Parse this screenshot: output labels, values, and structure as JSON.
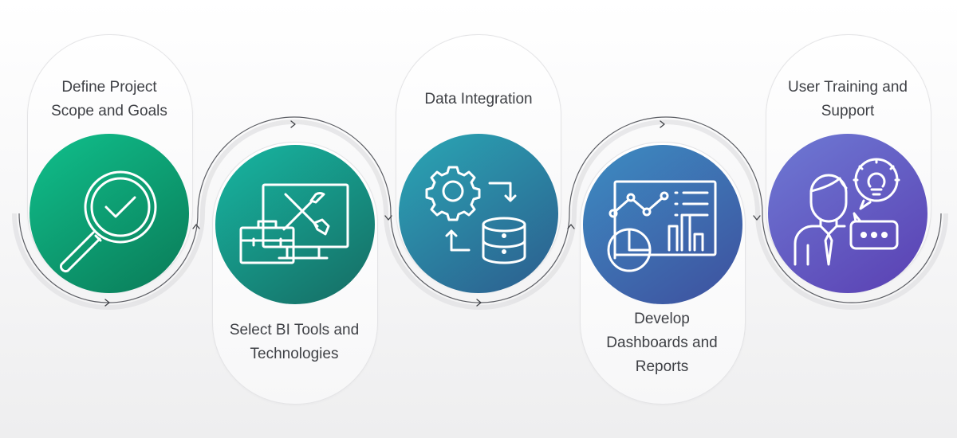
{
  "steps": [
    {
      "label_lines": [
        "Define Project",
        "Scope and Goals"
      ],
      "icon": "magnifier-check-icon",
      "gradient": [
        "#10c08c",
        "#0a7a57"
      ]
    },
    {
      "label_lines": [
        "Select BI Tools and",
        "Technologies"
      ],
      "icon": "toolbox-monitor-icon",
      "gradient": [
        "#17b7a2",
        "#166b63"
      ]
    },
    {
      "label_lines": [
        "Data Integration"
      ],
      "icon": "gear-database-sync-icon",
      "gradient": [
        "#2aa7b4",
        "#2c5c8e"
      ]
    },
    {
      "label_lines": [
        "Develop",
        "Dashboards and",
        "Reports"
      ],
      "icon": "dashboard-charts-icon",
      "gradient": [
        "#3d8dc2",
        "#3e4f9e"
      ]
    },
    {
      "label_lines": [
        "User Training and",
        "Support"
      ],
      "icon": "user-support-icon",
      "gradient": [
        "#6e7ad4",
        "#5a3fb2"
      ]
    }
  ]
}
